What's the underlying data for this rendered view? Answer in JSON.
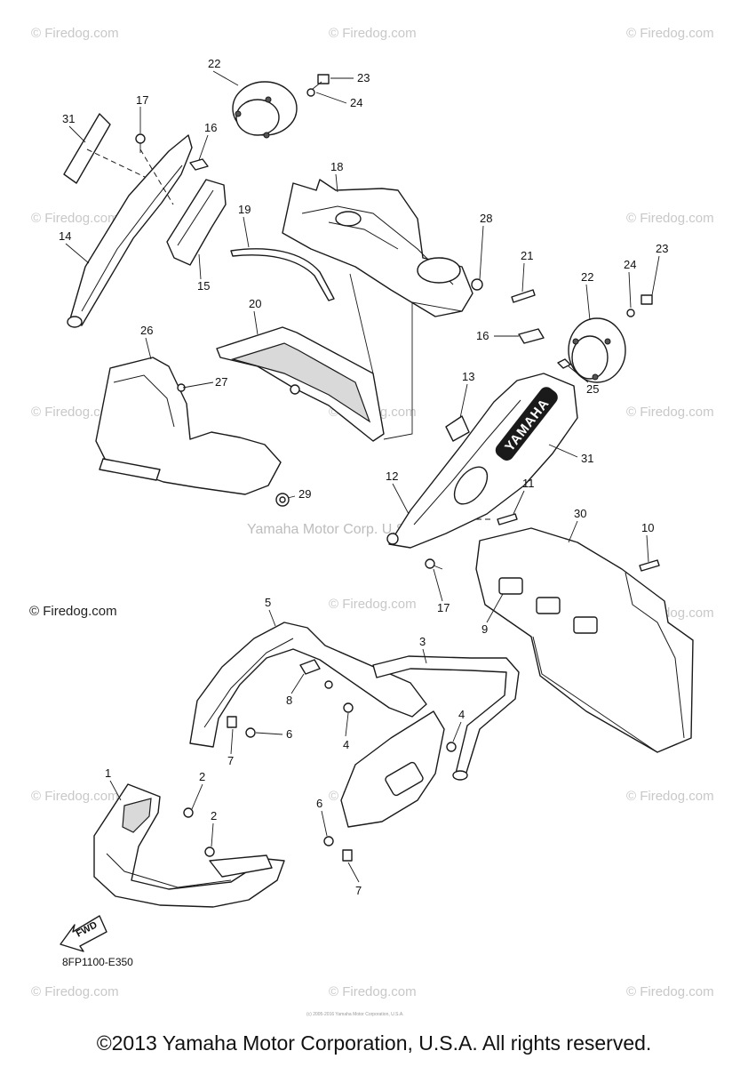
{
  "watermark": "© Firedog.com",
  "watermark_dark": "© Firedog.com",
  "center_watermark": "Yamaha Motor Corp. U.S.A",
  "brand_text": "YAMAHA",
  "fwd_label": "FWD",
  "diagram_code": "8FP1100-E350",
  "tiny_credit": "(c) 2005-2016 Yamaha Motor Corporation, U.S.A.",
  "copyright": "©2013 Yamaha Motor Corporation, U.S.A. All rights reserved.",
  "callouts": {
    "c1": "1",
    "c2a": "2",
    "c2b": "2",
    "c3": "3",
    "c4a": "4",
    "c4b": "4",
    "c5": "5",
    "c6a": "6",
    "c6b": "6",
    "c7a": "7",
    "c7b": "7",
    "c8": "8",
    "c9": "9",
    "c10": "10",
    "c11": "11",
    "c12": "12",
    "c13": "13",
    "c14": "14",
    "c15": "15",
    "c16a": "16",
    "c16b": "16",
    "c17a": "17",
    "c17b": "17",
    "c18": "18",
    "c19": "19",
    "c20": "20",
    "c21": "21",
    "c22a": "22",
    "c22b": "22",
    "c23a": "23",
    "c23b": "23",
    "c24a": "24",
    "c24b": "24",
    "c25": "25",
    "c26": "26",
    "c27": "27",
    "c28": "28",
    "c29": "29",
    "c30": "30",
    "c31a": "31",
    "c31b": "31"
  }
}
